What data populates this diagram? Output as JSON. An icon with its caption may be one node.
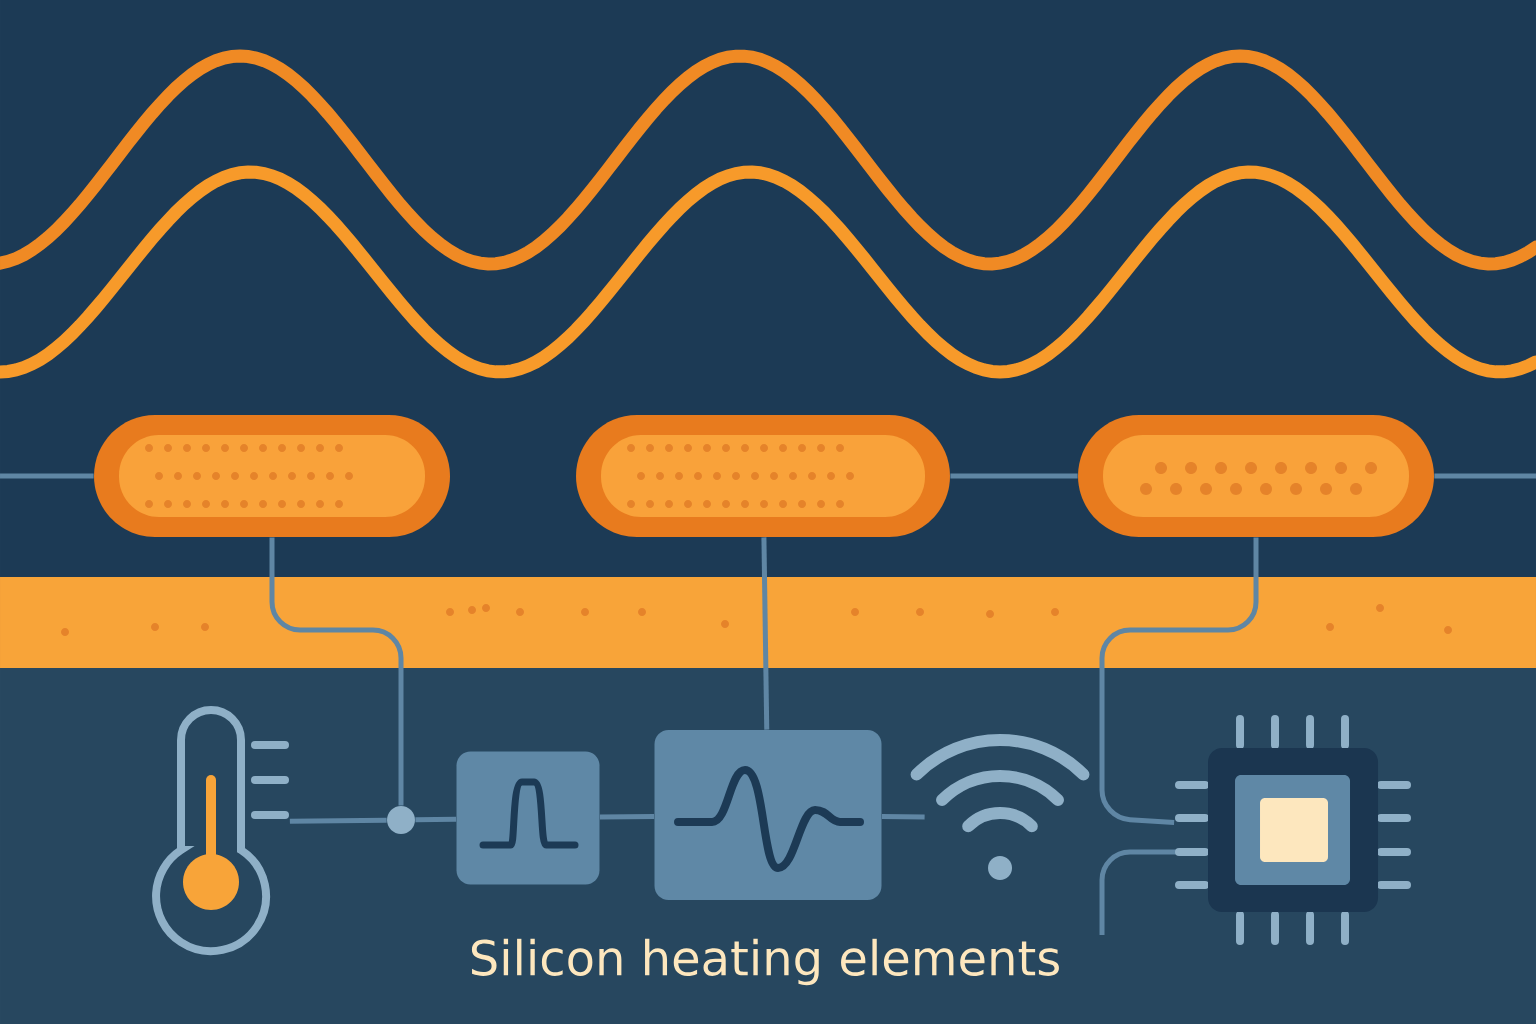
{
  "diagram": {
    "title": "Silicon heating elements",
    "nodes": [
      {
        "text": [],
        "shape": "box"
      },
      {
        "text": [],
        "shape": "box"
      },
      {
        "text": [],
        "shape": "box"
      },
      {
        "text": [],
        "shape": "picture"
      },
      {
        "text": [],
        "shape": "circle"
      },
      {
        "text": [],
        "shape": "box"
      },
      {
        "text": [],
        "shape": "box"
      },
      {
        "text": [],
        "shape": "picture"
      },
      {
        "text": [],
        "shape": "picture"
      }
    ],
    "edges": [
      {
        "from": null,
        "to": 0,
        "arrow": "none"
      },
      {
        "from": 1,
        "to": 2,
        "arrow": "none"
      },
      {
        "from": 2,
        "to": null,
        "arrow": "none"
      },
      {
        "from": 0,
        "to": 4,
        "arrow": "none"
      },
      {
        "from": 3,
        "to": 4,
        "arrow": "none"
      },
      {
        "from": 4,
        "to": 5,
        "arrow": "none"
      },
      {
        "from": 5,
        "to": 6,
        "arrow": "none"
      },
      {
        "from": 1,
        "to": 6,
        "arrow": "none"
      },
      {
        "from": 6,
        "to": 7,
        "arrow": "none"
      },
      {
        "from": 2,
        "to": 8,
        "arrow": "none"
      },
      {
        "from": 8,
        "to": null,
        "arrow": "none"
      }
    ]
  }
}
